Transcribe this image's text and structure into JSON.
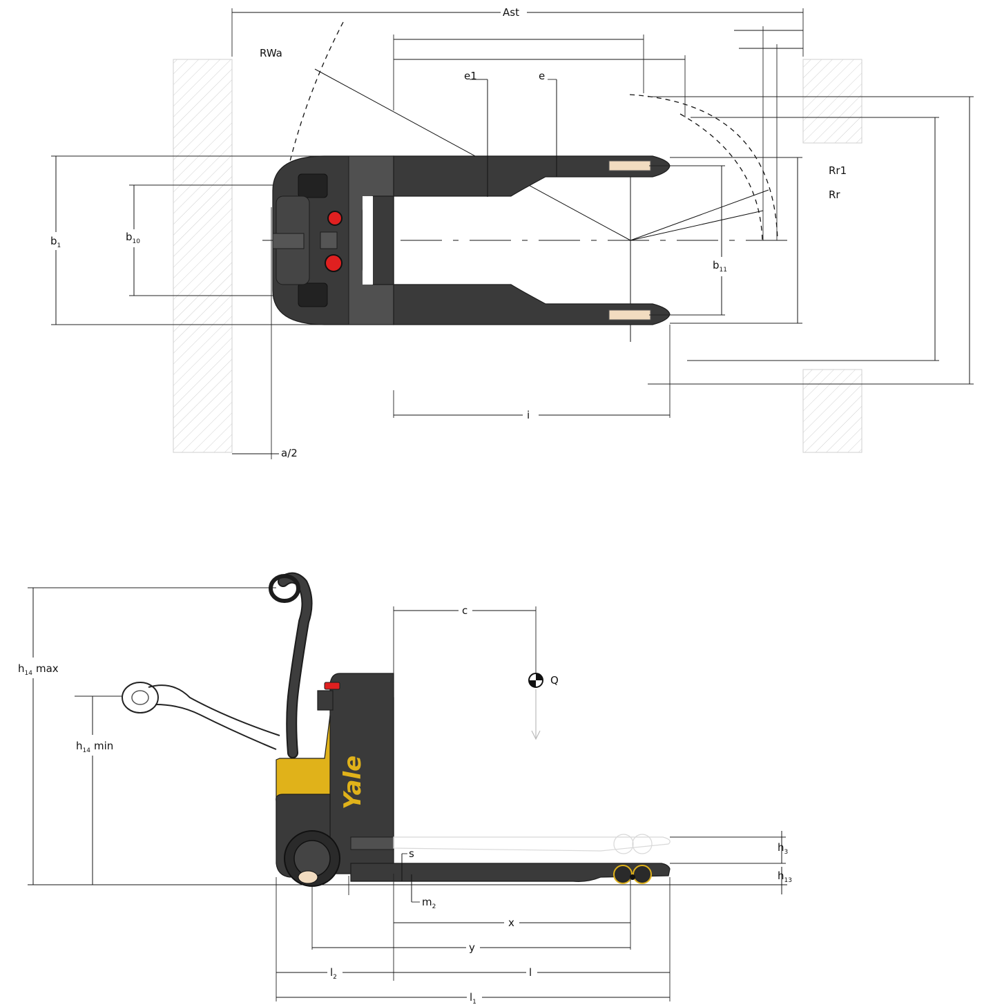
{
  "brand": {
    "logo_text": "Yale",
    "colors": {
      "body": "#3a3a3a",
      "accent_yellow": "#e0b21a",
      "emergency_red": "#e02020",
      "fork_roller": "#f2dcc0",
      "hatch_gray": "#cfcfcf"
    }
  },
  "top_view": {
    "labels": {
      "ast": "Ast",
      "rwa": "RWa",
      "e1": "e1",
      "e": "e",
      "rr1": "Rr1",
      "rr": "Rr",
      "a_half": "a/2",
      "i": "i"
    },
    "b1": {
      "main": "b",
      "sub": "1"
    },
    "b10": {
      "main": "b",
      "sub": "10"
    },
    "b11": {
      "main": "b",
      "sub": "11"
    }
  },
  "side_view": {
    "labels": {
      "c": "c",
      "q": "Q",
      "s": "s",
      "x": "x",
      "y": "y",
      "l": "l"
    },
    "h14_max": {
      "main": "h",
      "sub": "14",
      "suffix": "max"
    },
    "h14_min": {
      "main": "h",
      "sub": "14",
      "suffix": "min"
    },
    "h3": {
      "main": "h",
      "sub": "3"
    },
    "h13": {
      "main": "h",
      "sub": "13"
    },
    "m2": {
      "main": "m",
      "sub": "2"
    },
    "l1": {
      "main": "l",
      "sub": "1"
    },
    "l2": {
      "main": "l",
      "sub": "2"
    }
  }
}
